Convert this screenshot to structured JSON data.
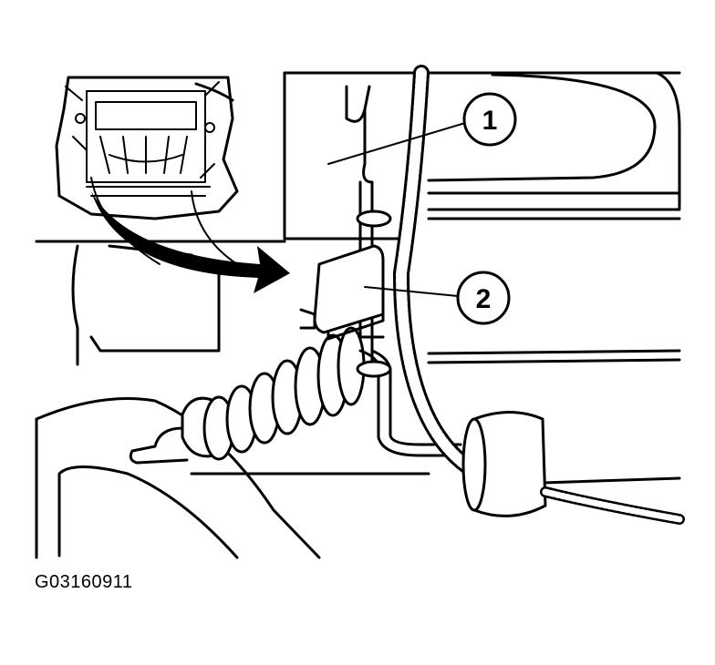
{
  "callouts": [
    {
      "label": "1"
    },
    {
      "label": "2"
    }
  ],
  "figure_code": "G03160911"
}
